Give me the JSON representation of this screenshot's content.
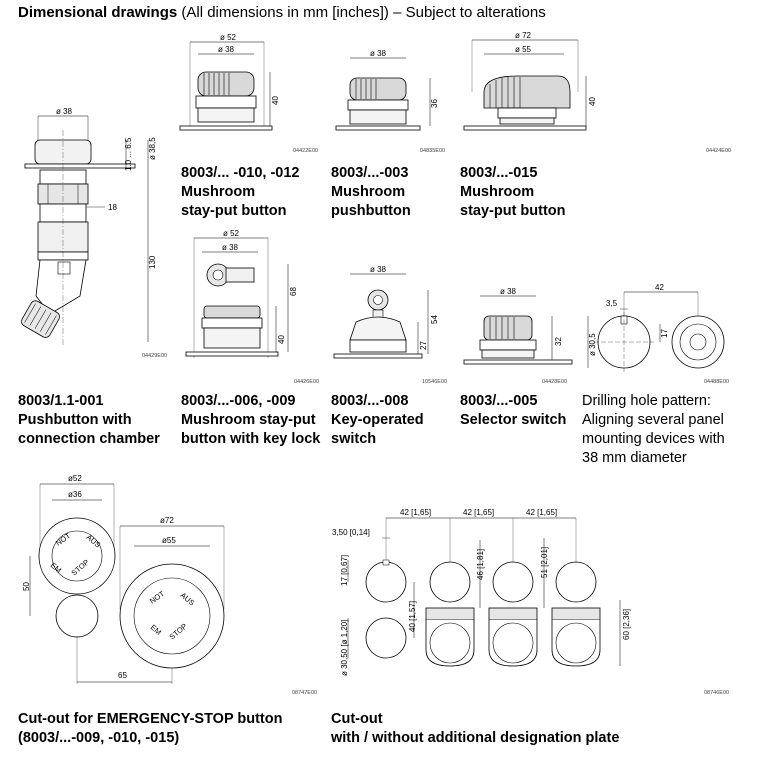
{
  "header": {
    "title_bold": "Dimensional drawings",
    "title_rest": " (All dimensions in mm [inches]) – Subject to alterations"
  },
  "figures": {
    "connection_chamber": {
      "dims": [
        "ø 38",
        "1.0 ... 6.5",
        "18",
        "ø 38,5",
        "130"
      ],
      "code": "04429E00",
      "caption": [
        "8003/1.1-001",
        "Pushbutton with",
        "connection chamber"
      ]
    },
    "mushroom_010": {
      "dims": [
        "ø 52",
        "ø 38",
        "40"
      ],
      "code": "04422E00",
      "caption": [
        "8003/... -010, -012",
        "Mushroom",
        "stay-put button"
      ]
    },
    "mushroom_003": {
      "dims": [
        "ø 38",
        "36"
      ],
      "code": "04835E00",
      "caption": [
        "8003/...-003",
        "Mushroom",
        "pushbutton"
      ]
    },
    "mushroom_015": {
      "dims": [
        "ø 72",
        "ø 55",
        "40"
      ],
      "code": "04424E00",
      "caption": [
        "8003/...-015",
        "Mushroom",
        "stay-put button"
      ]
    },
    "keylock_006": {
      "dims": [
        "ø 52",
        "ø 38",
        "68",
        "40"
      ],
      "code": "04426E00",
      "caption": [
        "8003/...-006, -009",
        "Mushroom stay-put",
        "button with key lock"
      ]
    },
    "key_008": {
      "dims": [
        "ø 38",
        "54",
        "27"
      ],
      "code": "10546E00",
      "caption": [
        "8003/...-008",
        "Key-operated",
        "switch"
      ]
    },
    "selector_005": {
      "dims": [
        "ø 38",
        "32"
      ],
      "code": "04428E00",
      "caption": [
        "8003/...-005",
        "Selector switch"
      ]
    },
    "drilling": {
      "dims": [
        "42",
        "3,5",
        "17",
        "ø 30,5"
      ],
      "code": "04488E00",
      "caption": [
        "Drilling hole pattern:",
        "Aligning several panel",
        "mounting devices with",
        "38 mm diameter"
      ]
    },
    "cutout_estop": {
      "dims": [
        "ø52",
        "ø36",
        "50",
        "ø72",
        "ø55",
        "65"
      ],
      "labels": [
        "NOT",
        "AUS",
        "EM",
        "STOP"
      ],
      "code": "08747E00",
      "caption": [
        "Cut-out for EMERGENCY-STOP button",
        "(8003/...-009, -010, -015)"
      ]
    },
    "cutout_plate": {
      "dims": [
        "42 [1,65]",
        "42 [1,65]",
        "42 [1,65]",
        "3,50 [0,14]",
        "17 [0,67]",
        "46 [1,81]",
        "51 [2,01]",
        "ø 30,50 [ø 1,20]",
        "40 [1,57]",
        "60 [2,36]"
      ],
      "code": "08746E00",
      "caption": [
        "Cut-out",
        "with / without additional designation plate"
      ]
    }
  }
}
